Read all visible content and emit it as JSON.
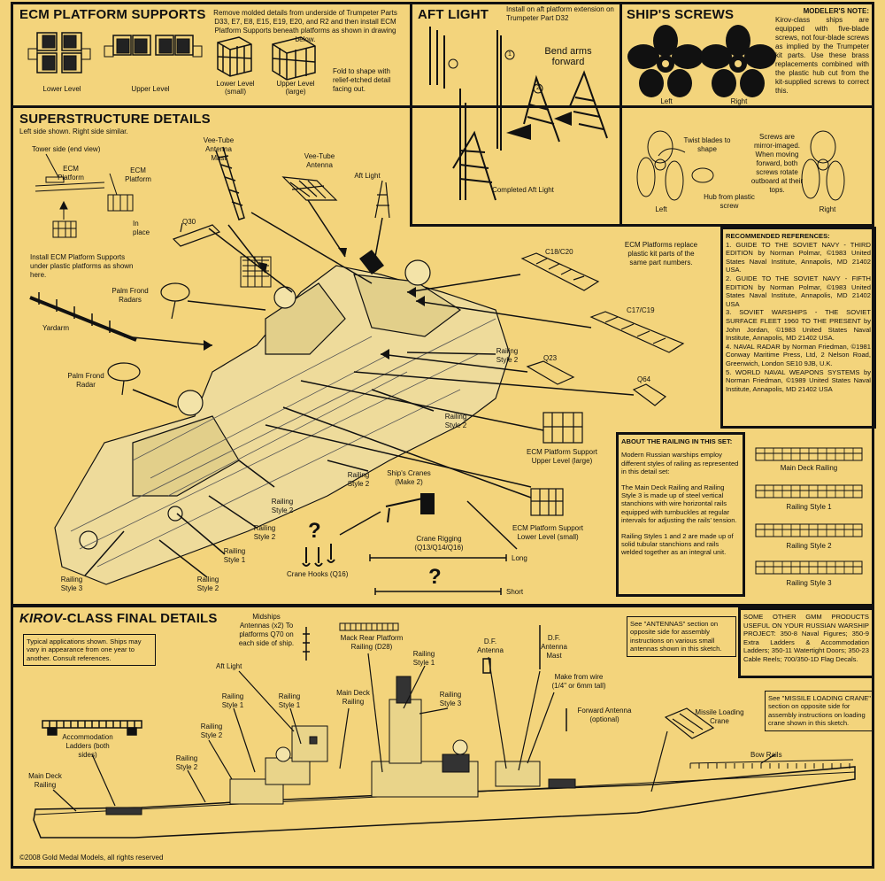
{
  "ecm": {
    "title": "ECM PLATFORM SUPPORTS",
    "instructions": "Remove molded details from underside of Trumpeter Parts D33, E7, E8, E15, E19, E20, and R2 and then install ECM Platform Supports beneath platforms as shown in drawing below.",
    "lower_level": "Lower Level",
    "upper_level": "Upper Level",
    "lower_small": "Lower Level (small)",
    "upper_large": "Upper Level (large)",
    "fold_note": "Fold to shape with relief-etched detail facing out."
  },
  "aft_light": {
    "title": "AFT LIGHT",
    "install_note": "Install on aft platform extension on Trumpeter Part D32",
    "bend_arms": "Bend arms forward",
    "completed": "Completed Aft Light",
    "step1": "1",
    "step2": "2"
  },
  "screws": {
    "title": "SHIP'S SCREWS",
    "left": "Left",
    "right": "Right",
    "note_heading": "MODELER'S NOTE:",
    "note_body": "Kirov-class ships are equipped with five-blade screws, not four-blade screws as implied by the Trumpeter kit parts. Use these brass replacements combined with the plastic hub cut from the kit-supplied screws to correct this.",
    "twist": "Twist blades to shape",
    "hub": "Hub from plastic screw",
    "mirror": "Screws are mirror-imaged. When moving forward, both screws rotate outboard at their tops.",
    "left2": "Left",
    "right2": "Right"
  },
  "superstructure": {
    "title": "SUPERSTRUCTURE DETAILS",
    "subtitle": "Left side shown. Right side similar.",
    "tower_side": "Tower side (end view)",
    "ecm_platform": "ECM Platform",
    "ecm_platform2": "ECM Platform",
    "in_place": "In place",
    "install_ecm": "Install ECM Platform Supports under plastic platforms as shown here.",
    "vee_mast": "Vee-Tube Antenna Mast",
    "vee_antenna": "Vee-Tube Antenna",
    "aft_light": "Aft Light",
    "q30": "Q30",
    "palm_radars": "Palm Frond Radars",
    "yardarm": "Yardarm",
    "palm_radar": "Palm Frond Radar",
    "ecm_replace": "ECM Platforms replace plastic kit parts of the same part numbers.",
    "c18": "C18/C20",
    "c17": "C17/C19",
    "q23": "Q23",
    "q64": "Q64",
    "railing_style2_a": "Railing Style 2",
    "railing_style2_b": "Railing Style 2",
    "railing_style2_c": "Railing Style 2",
    "railing_style2_d": "Railing Style 2",
    "railing_style2_e": "Railing Style 2",
    "railing_style2_f": "Railing Style 2",
    "railing_style1": "Railing Style 1",
    "railing_style3": "Railing Style 3",
    "ecm_upper": "ECM Platform Support Upper Level (large)",
    "ecm_lower": "ECM Platform Support Lower Level (small)",
    "cranes": "Ship's Cranes (Make 2)",
    "crane_rigging": "Crane Rigging (Q13/Q14/Q16)",
    "long": "Long",
    "short": "Short",
    "crane_hooks": "Crane Hooks (Q16)",
    "question": "?"
  },
  "references": {
    "heading": "RECOMMENDED REFERENCES:",
    "items": [
      "1. GUIDE TO THE SOVIET NAVY - THIRD EDITION by Norman Polmar, ©1983 United States Naval Institute, Annapolis, MD 21402 USA.",
      "2. GUIDE TO THE SOVIET NAVY - FIFTH EDITION by Norman Polmar, ©1983 United States Naval Institute, Annapolis, MD 21402 USA",
      "3. SOVIET WARSHIPS - THE SOVIET SURFACE FLEET 1960 TO THE PRESENT by John Jordan, ©1983 United States Naval Institute, Annapolis, MD 21402 USA.",
      "4. NAVAL RADAR by Norman Friedman, ©1981 Conway Maritime Press, Ltd, 2 Nelson Road, Greenwich, London SE10 9JB, U.K.",
      "5. WORLD NAVAL WEAPONS SYSTEMS by Norman Friedman, ©1989 United States Naval Institute, Annapolis, MD 21402 USA"
    ]
  },
  "railing_about": {
    "heading": "ABOUT THE RAILING IN THIS SET:",
    "p1": "Modern Russian warships employ different styles of railing as represented in this detail set:",
    "p2": "The Main Deck Railing and Railing Style 3 is made up of steel vertical stanchions with wire horizontal rails equipped with turnbuckles at regular intervals for adjusting the rails' tension.",
    "p3": "Railing Styles 1 and 2 are made up of solid tubular stanchions and rails welded together as an integral unit.",
    "main_deck": "Main Deck Railing",
    "style1": "Railing Style 1",
    "style2": "Railing Style 2",
    "style3": "Railing Style 3"
  },
  "final": {
    "title_italic": "KIROV",
    "title_rest": "-CLASS FINAL DETAILS",
    "typical": "Typical applications shown. Ships may vary in appearance from one year to another. Consult references.",
    "midships": "Midships Antennas (x2) To platforms Q70 on each side of ship.",
    "mack_rear": "Mack Rear Platform Railing (D28)",
    "railing_style1_top": "Railing Style 1",
    "df_antenna": "D.F. Antenna",
    "df_mast": "D.F. Antenna Mast",
    "see_antennas": "See \"ANTENNAS\" section on opposite side for assembly instructions on various small antennas shown in this sketch.",
    "aft_light": "Aft Light",
    "railing_style1_a": "Railing Style 1",
    "railing_style1_b": "Railing Style 1",
    "main_deck_railing_mid": "Main Deck Railing",
    "railing_style3": "Railing Style 3",
    "make_wire": "Make from wire (1/4\" or 6mm tall)",
    "forward_antenna": "Forward Antenna (optional)",
    "missile_crane": "Missile Loading Crane",
    "see_missile": "See \"MISSILE LOADING CRANE\" section on opposite side for assembly instructions on loading crane shown in this sketch.",
    "accommodation": "Accommodation Ladders (both sides)",
    "railing_style2_a": "Railing Style 2",
    "railing_style2_b": "Railing Style 2",
    "main_deck_railing": "Main Deck Railing",
    "bow_rails": "Bow Rails",
    "copyright": "©2008 Gold Medal Models, all rights reserved"
  },
  "gmm": {
    "text": "SOME OTHER GMM PRODUCTS USEFUL ON YOUR RUSSIAN WARSHIP PROJECT: 350-8 Naval Figures; 350-9 Extra Ladders & Accommodation Ladders; 350-11 Watertight Doors; 350-23 Cable Reels; 700/350-1D Flag Decals."
  }
}
